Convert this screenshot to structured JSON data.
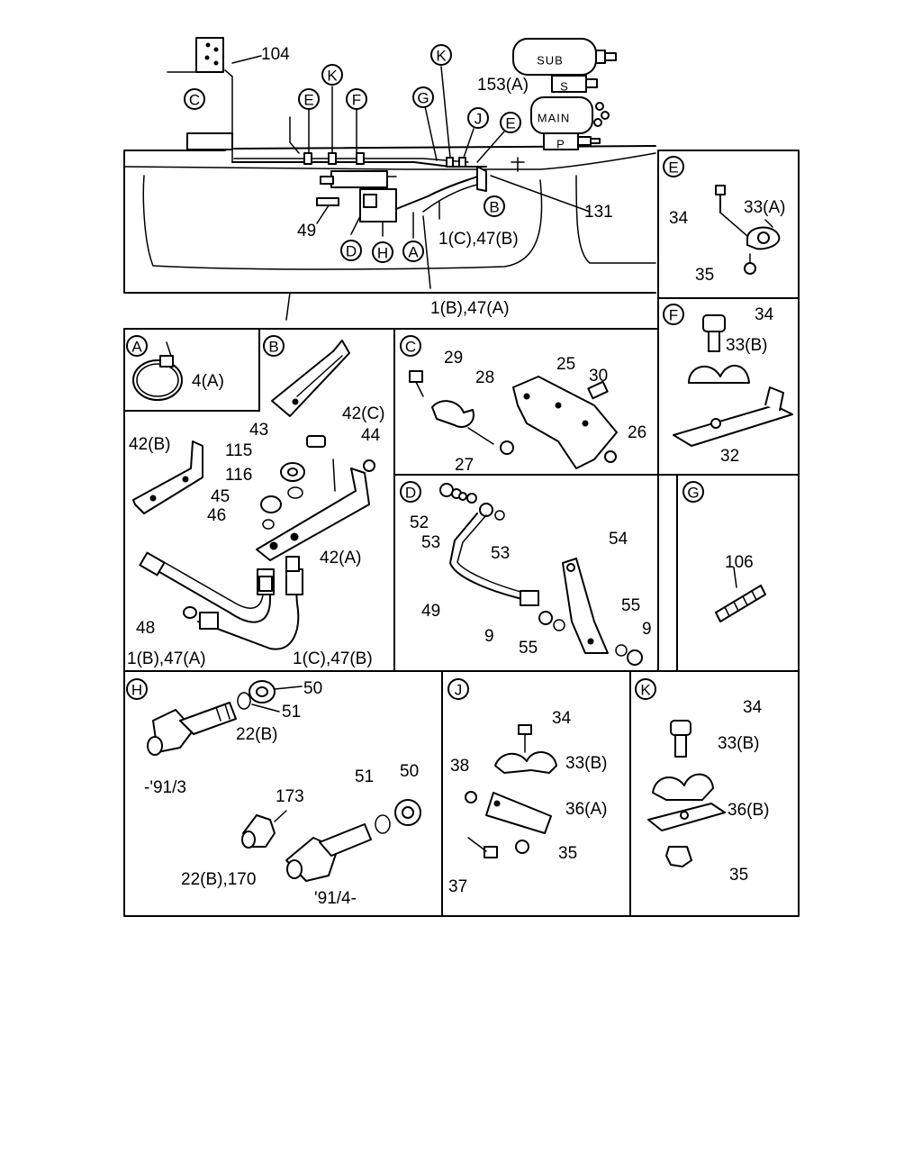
{
  "main_view": {
    "callouts": [
      "C",
      "E",
      "K",
      "F",
      "G",
      "K",
      "J",
      "E",
      "B",
      "D",
      "H",
      "A"
    ],
    "labels": {
      "p104": "104",
      "p153a": "153(A)",
      "p131": "131",
      "p49": "49",
      "p1c47b": "1(C),47(B)",
      "p1b47a": "1(B),47(A)"
    },
    "tanks": {
      "sub": "SUB",
      "s": "S",
      "main": "MAIN",
      "p": "P"
    }
  },
  "detail_E": {
    "tag": "E",
    "labels": [
      "34",
      "33(A)",
      "35"
    ]
  },
  "detail_F": {
    "tag": "F",
    "labels": [
      "34",
      "33(B)",
      "32"
    ]
  },
  "detail_A": {
    "tag": "A",
    "labels": [
      "4(A)"
    ]
  },
  "detail_B": {
    "tag": "B",
    "labels": [
      "42(C)",
      "43",
      "44",
      "42(B)",
      "115",
      "116",
      "45",
      "46",
      "42(A)",
      "48",
      "1(B),47(A)",
      "1(C),47(B)"
    ]
  },
  "detail_C": {
    "tag": "C",
    "labels": [
      "29",
      "28",
      "25",
      "30",
      "26",
      "27"
    ]
  },
  "detail_D": {
    "tag": "D",
    "labels": [
      "52",
      "53",
      "53",
      "54",
      "49",
      "55",
      "9",
      "55",
      "9"
    ]
  },
  "detail_G": {
    "tag": "G",
    "labels": [
      "106"
    ]
  },
  "detail_H": {
    "tag": "H",
    "labels": [
      "50",
      "51",
      "22(B)",
      "173",
      "51",
      "50",
      "22(B),170"
    ],
    "dates": [
      "-'91/3",
      "'91/4-"
    ]
  },
  "detail_J": {
    "tag": "J",
    "labels": [
      "34",
      "38",
      "33(B)",
      "36(A)",
      "35",
      "37"
    ]
  },
  "detail_K": {
    "tag": "K",
    "labels": [
      "34",
      "33(B)",
      "36(B)",
      "35"
    ]
  }
}
